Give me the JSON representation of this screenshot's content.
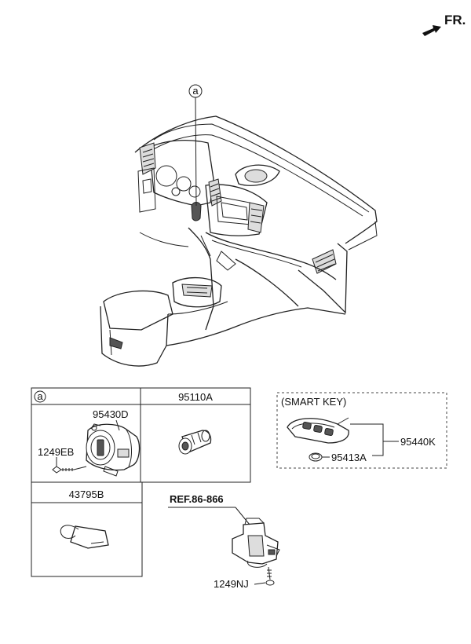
{
  "header": {
    "direction_label": "FR."
  },
  "main_view": {
    "callout_letter": "a"
  },
  "boxes": {
    "callout_letter": "a",
    "parts": {
      "lock_cylinder": "95430D",
      "screw_1": "1249EB",
      "cylinder_part": "95110A",
      "tag_part": "43795B"
    }
  },
  "smart_key": {
    "title": "(SMART KEY)",
    "fob_part": "95440K",
    "battery_part": "95413A"
  },
  "module": {
    "ref_label": "REF.86-866",
    "screw_part": "1249NJ"
  }
}
